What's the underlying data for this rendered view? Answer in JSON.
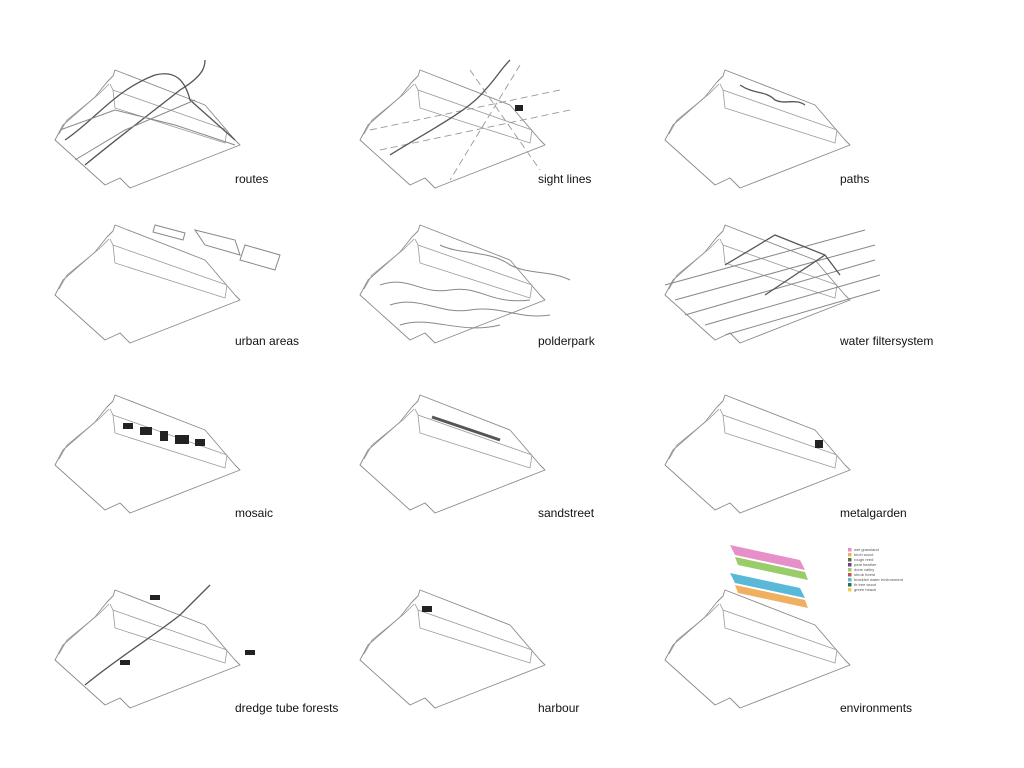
{
  "panels": [
    {
      "id": "routes",
      "label": "routes"
    },
    {
      "id": "sight-lines",
      "label": "sight lines"
    },
    {
      "id": "paths",
      "label": "paths"
    },
    {
      "id": "urban-areas",
      "label": "urban areas"
    },
    {
      "id": "polderpark",
      "label": "polderpark"
    },
    {
      "id": "water-filtersystem",
      "label": "water filtersystem"
    },
    {
      "id": "mosaic",
      "label": "mosaic"
    },
    {
      "id": "sandstreet",
      "label": "sandstreet"
    },
    {
      "id": "metalgarden",
      "label": "metalgarden"
    },
    {
      "id": "dredge-tube-forests",
      "label": "dredge tube forests"
    },
    {
      "id": "harbour",
      "label": "harbour"
    },
    {
      "id": "environments",
      "label": "environments"
    }
  ],
  "legend": {
    "items": [
      {
        "label": "wet grassland",
        "color": "#e78fc8"
      },
      {
        "label": "birch wood",
        "color": "#f0b060"
      },
      {
        "label": "rough reed",
        "color": "#4a7a4a"
      },
      {
        "label": "peat heather",
        "color": "#7a3a8a"
      },
      {
        "label": "dune valley",
        "color": "#9acd6a"
      },
      {
        "label": "shrub forest",
        "color": "#c85050"
      },
      {
        "label": "brackish water environment",
        "color": "#5ab8d8"
      },
      {
        "label": "fir tree wood",
        "color": "#2f6f4f"
      },
      {
        "label": "green beach",
        "color": "#e8d060"
      }
    ]
  },
  "colors": {
    "outline": "#8a8a8a",
    "route": "#555555",
    "text": "#111111"
  }
}
